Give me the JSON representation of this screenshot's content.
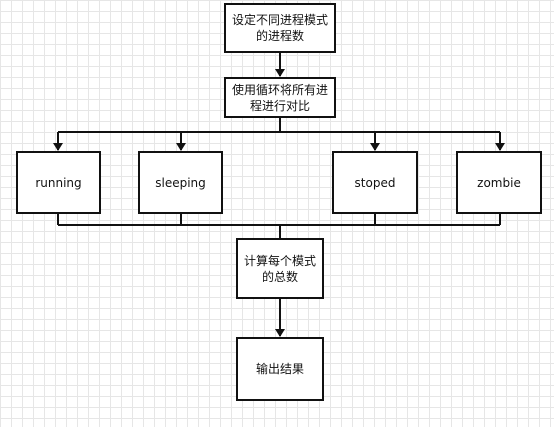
{
  "flowchart": {
    "nodes": {
      "set_process_count": "设定不同进程模式的进程数",
      "loop_compare": "使用循环将所有进程进行对比",
      "running": "running",
      "sleeping": "sleeping",
      "stoped": "stoped",
      "zombie": "zombie",
      "count_totals": "计算每个模式的总数",
      "output_result": "输出结果"
    }
  }
}
